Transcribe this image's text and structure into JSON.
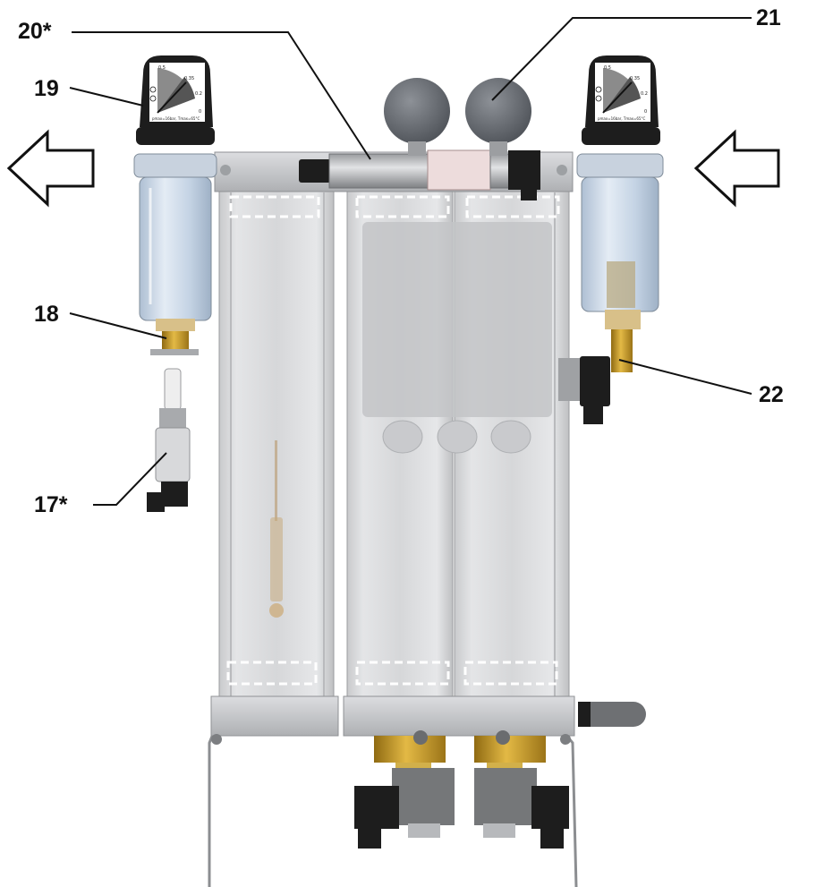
{
  "callouts": {
    "c20": "20*",
    "c21": "21",
    "c19": "19",
    "c18": "18",
    "c17": "17*",
    "c22": "22"
  },
  "gauge_left": {
    "t1": "0.5",
    "t2": "0.35",
    "t3": "0.2",
    "t4": "0",
    "bottom": "pmax=16bar, Tmax=65°C"
  },
  "gauge_right": {
    "t1": "0.5",
    "t2": "0.35",
    "t3": "0.2",
    "t4": "0",
    "bottom": "pmax=16bar, Tmax=65°C"
  },
  "arrows": {
    "left_direction": "left",
    "right_direction": "left"
  },
  "colors": {
    "frame": "#c9cbce",
    "column_glass": "#d9dadc",
    "brass": "#c89a2a",
    "black_part": "#1d1d1d",
    "bowl": "#c8d6e6",
    "gauge_face": "#ffffff",
    "outline": "#111111"
  }
}
